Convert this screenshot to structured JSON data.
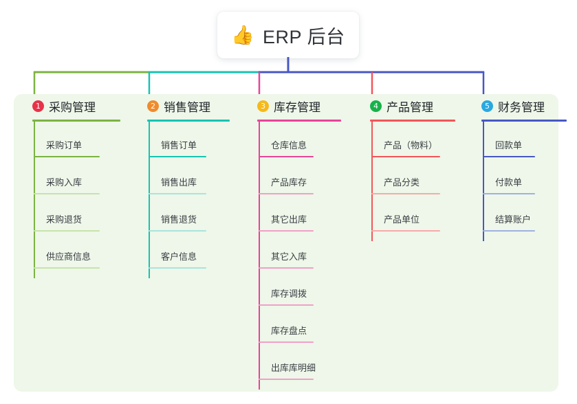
{
  "root": {
    "icon": "thumbs-up-icon",
    "emoji": "👍",
    "title": "ERP 后台"
  },
  "canvas": {
    "background": "#ffffff",
    "panel_background": "#eef7e9"
  },
  "branches": [
    {
      "number": "1",
      "title": "采购管理",
      "badge_color": "#e8334a",
      "line_color": "#7cb342",
      "leaf_line_color": "#c6e3ac",
      "items": [
        "采购订单",
        "采购入库",
        "采购退货",
        "供应商信息"
      ]
    },
    {
      "number": "2",
      "title": "销售管理",
      "badge_color": "#f08b2c",
      "line_color": "#17c3b2",
      "leaf_line_color": "#a9e4de",
      "items": [
        "销售订单",
        "销售出库",
        "销售退货",
        "客户信息"
      ]
    },
    {
      "number": "3",
      "title": "库存管理",
      "badge_color": "#f6b91a",
      "line_color": "#e8439a",
      "leaf_line_color": "#f0a0c8",
      "items": [
        "仓库信息",
        "产品库存",
        "其它出库",
        "其它入库",
        "库存调拨",
        "库存盘点",
        "出库库明细"
      ]
    },
    {
      "number": "4",
      "title": "产品管理",
      "badge_color": "#17b24a",
      "line_color": "#f4555a",
      "leaf_line_color": "#f7a9a8",
      "items": [
        "产品（物料）",
        "产品分类",
        "产品单位"
      ]
    },
    {
      "number": "5",
      "title": "财务管理",
      "badge_color": "#2aa8e0",
      "line_color": "#4757c4",
      "leaf_line_color": "#9fb0e0",
      "items": [
        "回款单",
        "付款单",
        "结算账户"
      ]
    }
  ]
}
